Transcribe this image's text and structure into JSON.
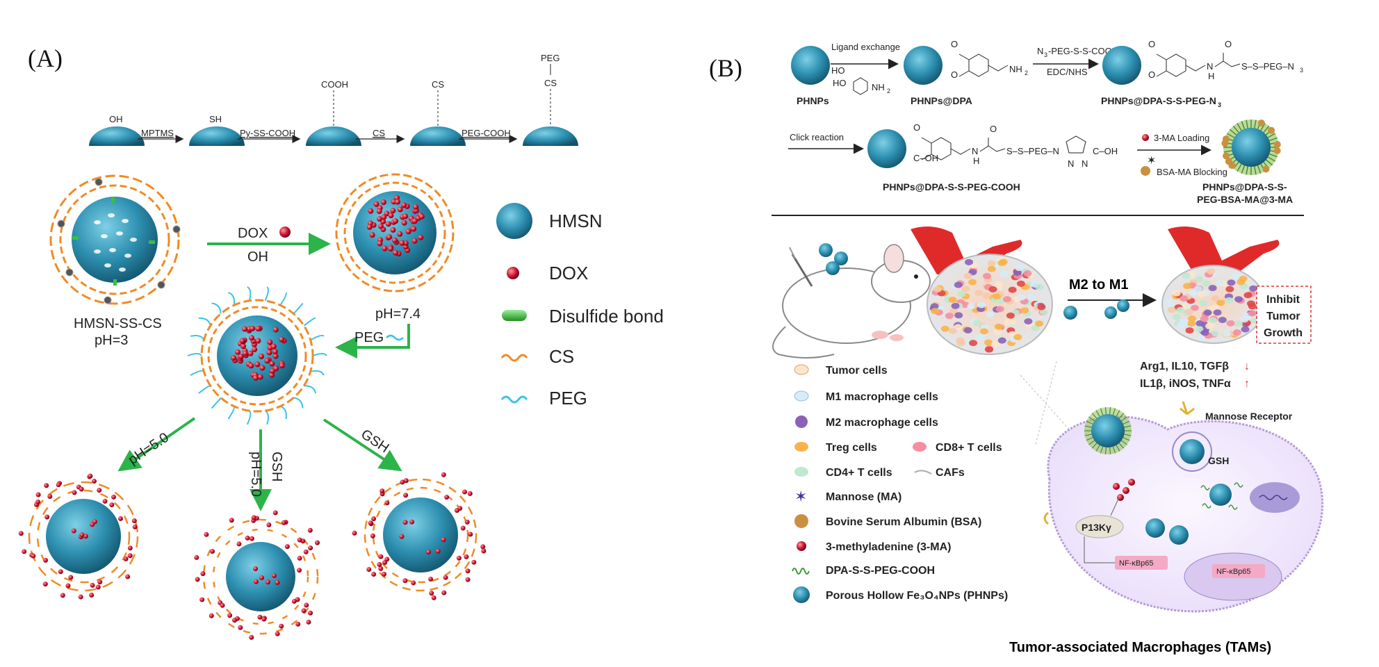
{
  "panel_a": {
    "label": "(A)",
    "top_chain": [
      "OH",
      "SH",
      "COOH",
      "CS",
      "PEG",
      "CS"
    ],
    "arrows": [
      "MPTMS",
      "Py-SS-COOH",
      "CS",
      "PEG-COOH"
    ],
    "dox_label": "DOX",
    "oh_label": "OH",
    "left_particle": [
      "HMSN-SS-CS",
      "pH=3"
    ],
    "right_particle": "pH=7.4",
    "peg_label": "PEG",
    "branch_left": "pH=5.0",
    "branch_mid_top": "GSH",
    "branch_mid_bottom": "pH=5.0",
    "branch_right": "GSH",
    "legend": [
      "HMSN",
      "DOX",
      "Disulfide bond",
      "CS",
      "PEG"
    ]
  },
  "panel_b": {
    "label": "(B)",
    "ligand_exchange": "Ligand exchange",
    "row1_names": [
      "PHNPs",
      "PHNPs@DPA",
      "PHNPs@DPA-S-S-PEG-N",
      "3"
    ],
    "row1_reagents": [
      "N",
      "3",
      "-PEG-S-S-COOH",
      "EDC/NHS"
    ],
    "click": "Click reaction",
    "row2_name": "PHNPs@DPA-S-S-PEG-COOH",
    "loading": [
      "3-MA Loading",
      "BSA-MA Blocking"
    ],
    "final_name": [
      "PHNPs@DPA-S-S-",
      "PEG-BSA-MA@3-MA"
    ],
    "chem": [
      "HO",
      "HO",
      "NH",
      "2",
      "NH",
      "2",
      "N",
      "H",
      "O",
      "S–S–PEG–N",
      "3",
      "N",
      "H",
      "O",
      "S–S–PEG–N",
      "N",
      "N",
      "C–OH",
      "O",
      "O",
      "O",
      "O",
      "O"
    ],
    "m2m1": "M2  to  M1",
    "inhibit": [
      "Inhibit",
      "Tumor",
      "Growth"
    ],
    "down_markers": [
      "Arg1, IL10, TGFβ",
      "↓"
    ],
    "up_markers": [
      "IL1β, iNOS, TNFα",
      "↑"
    ],
    "legend": [
      "Tumor cells",
      "M1 macrophage cells",
      "M2 macrophage cells",
      "Treg cells",
      "CD8+ T cells",
      "CD4+ T cells",
      "CAFs",
      "Mannose (MA)",
      "Bovine Serum Albumin (BSA)",
      "3-methyladenine (3-MA)",
      "DPA-S-S-PEG-COOH",
      "Porous Hollow Fe₃O₄NPs (PHNPs)"
    ],
    "mannose_receptor": "Mannose Receptor",
    "gsh": "GSH",
    "p13k": "P13Kγ",
    "nfkb": [
      "NF-κBp65",
      "NF-κBp65"
    ],
    "tams": "Tumor-associated Macrophages (TAMs)"
  },
  "colors": {
    "hmsn": "#2d8fb0",
    "dox": "#c8102e",
    "arrow_green": "#2cb34a",
    "cs_orange": "#f08a24",
    "peg_cyan": "#38c3e8",
    "disulfide_green": "#3cbf3c",
    "vessel_red": "#e02a2a"
  }
}
